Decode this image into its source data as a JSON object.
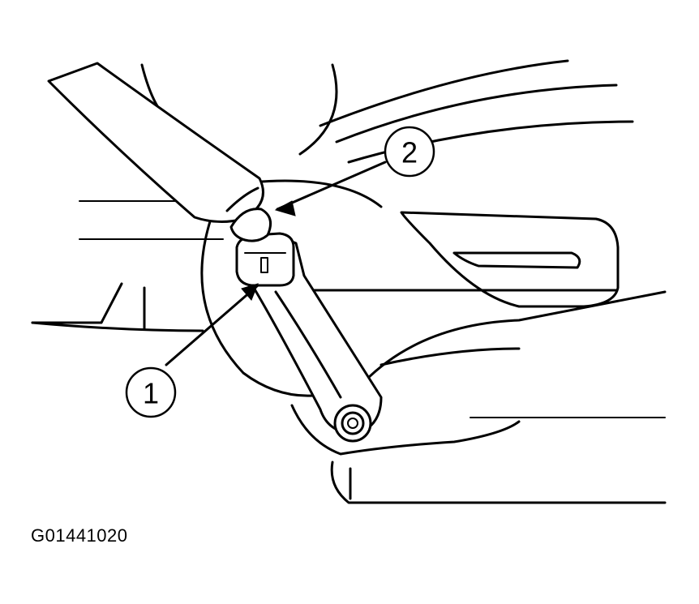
{
  "figure": {
    "id": "G01441020",
    "callouts": [
      {
        "number": "1"
      },
      {
        "number": "2"
      }
    ]
  }
}
